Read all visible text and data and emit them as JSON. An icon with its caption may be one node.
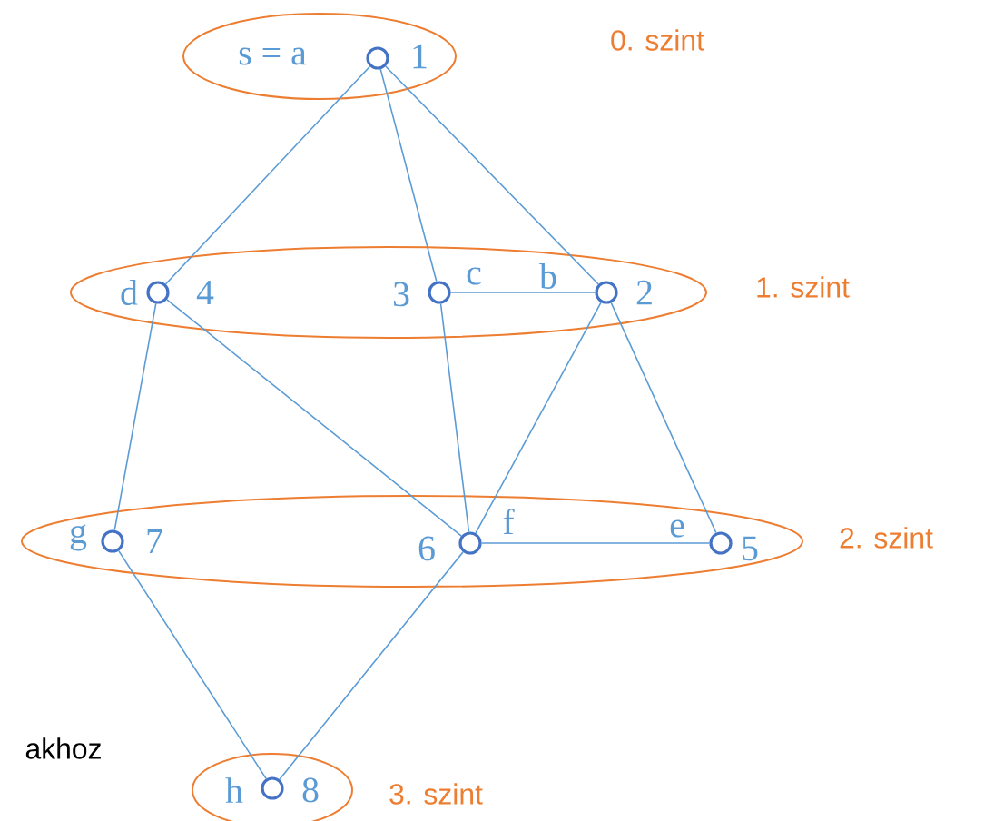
{
  "diagram": {
    "nodes": [
      {
        "text": [],
        "shape": "ellipse"
      },
      {
        "text": [],
        "shape": "circle",
        "in": 0,
        "beside": [
          "s = a",
          "1"
        ]
      },
      {
        "text": [],
        "shape": "ellipse"
      },
      {
        "text": [],
        "shape": "circle",
        "in": 2,
        "beside": [
          "d",
          "4"
        ]
      },
      {
        "text": [],
        "shape": "circle",
        "in": 2,
        "beside": [
          "3",
          "c"
        ]
      },
      {
        "text": [],
        "shape": "circle",
        "in": 2,
        "beside": [
          "b",
          "2"
        ]
      },
      {
        "text": [],
        "shape": "ellipse"
      },
      {
        "text": [],
        "shape": "circle",
        "in": 6,
        "beside": [
          "g",
          "7"
        ]
      },
      {
        "text": [],
        "shape": "circle",
        "in": 6,
        "beside": [
          "6",
          "f"
        ]
      },
      {
        "text": [],
        "shape": "circle",
        "in": 6,
        "beside": [
          "e",
          "5"
        ]
      },
      {
        "text": [],
        "shape": "ellipse"
      },
      {
        "text": [],
        "shape": "circle",
        "in": 10,
        "beside": [
          "h",
          "8"
        ]
      }
    ],
    "edges": [
      {
        "from": 1,
        "to": 3,
        "arrow": "none"
      },
      {
        "from": 1,
        "to": 4,
        "arrow": "none"
      },
      {
        "from": 1,
        "to": 5,
        "arrow": "none"
      },
      {
        "from": 4,
        "to": 5,
        "arrow": "none"
      },
      {
        "from": 3,
        "to": 7,
        "arrow": "none"
      },
      {
        "from": 3,
        "to": 8,
        "arrow": "none"
      },
      {
        "from": 4,
        "to": 8,
        "arrow": "none"
      },
      {
        "from": 5,
        "to": 8,
        "arrow": "none"
      },
      {
        "from": 5,
        "to": 9,
        "arrow": "none"
      },
      {
        "from": 8,
        "to": 9,
        "arrow": "none"
      },
      {
        "from": 7,
        "to": 11,
        "arrow": "none"
      },
      {
        "from": 8,
        "to": 11,
        "arrow": "none"
      }
    ],
    "labels": [
      "0. szint",
      "1. szint",
      "2. szint",
      "akhoz",
      "3. szint"
    ]
  }
}
